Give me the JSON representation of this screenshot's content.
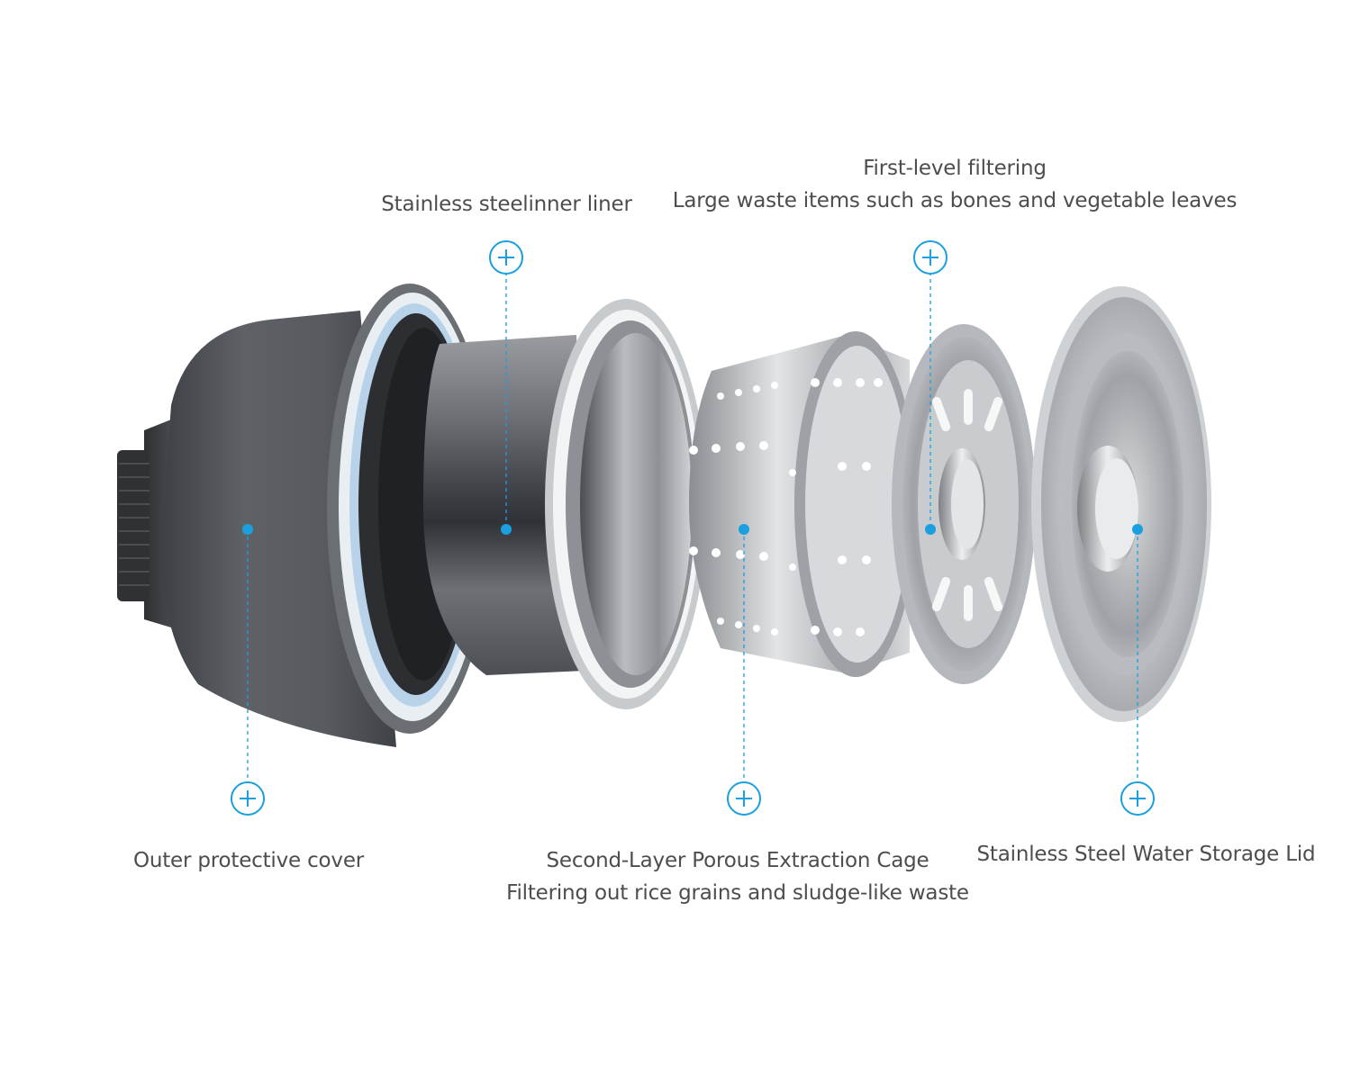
{
  "labels": {
    "liner": {
      "line1": "Stainless steelinner liner"
    },
    "first_level": {
      "line1": "First-level filtering",
      "line2": "Large waste items such as bones and vegetable leaves"
    },
    "outer_cover": {
      "line1": "Outer protective cover"
    },
    "cage": {
      "line1": "Second-Layer Porous Extraction Cage",
      "line2": "Filtering out rice grains and sludge-like waste"
    },
    "lid": {
      "line1": "Stainless Steel Water Storage Lid"
    }
  },
  "colors": {
    "accent": "#1a9fe0",
    "text": "#4d4d4d",
    "outer_cover": "#55585c",
    "steel_light": "#d8dadd",
    "steel_dark": "#4b4e53"
  },
  "icons": {
    "callout_marker": "plus-circle-icon",
    "anchor_dot": "dot-icon"
  }
}
